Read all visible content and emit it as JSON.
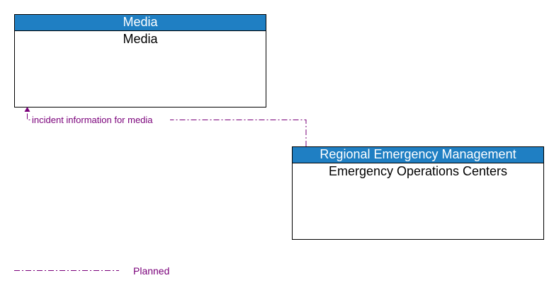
{
  "nodes": {
    "media": {
      "header": "Media",
      "name": "Media"
    },
    "eoc": {
      "header": "Regional Emergency Management",
      "name": "Emergency Operations Centers"
    }
  },
  "flows": [
    {
      "label": "incident information for media",
      "status": "Planned"
    }
  ],
  "legend": {
    "planned_label": "Planned"
  },
  "colors": {
    "header_fill": "#1f7fc3",
    "planned_flow": "#7a007a",
    "border": "#000000"
  }
}
